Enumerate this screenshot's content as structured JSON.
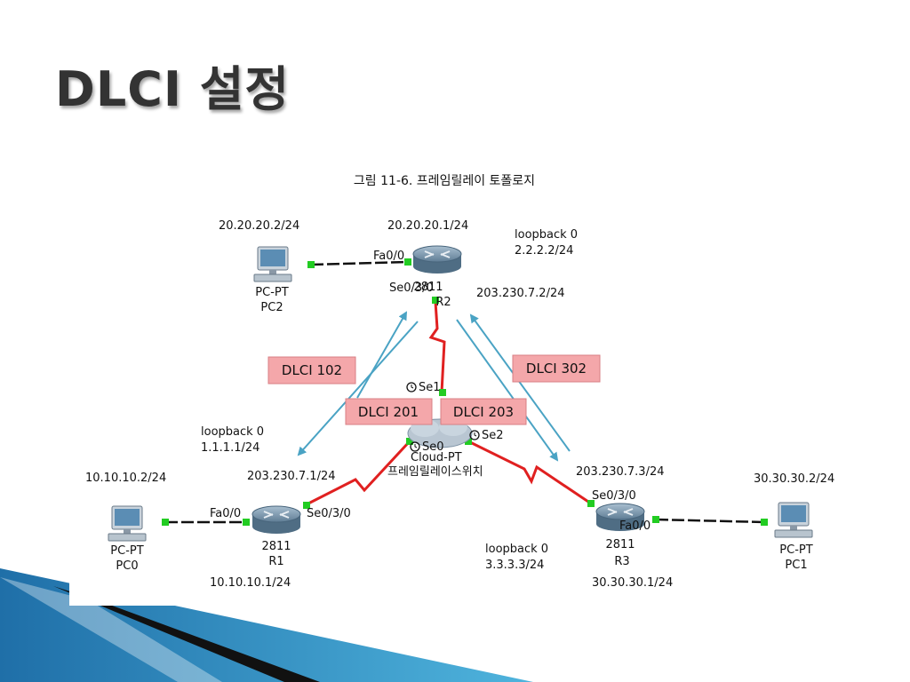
{
  "slide": {
    "title": "DLCI 설정"
  },
  "caption": "그림 11-6. 프레임릴레이 토폴로지",
  "devices": {
    "pc2": {
      "type": "PC-PT",
      "name": "PC2",
      "ip": "20.20.20.2/24"
    },
    "pc0": {
      "type": "PC-PT",
      "name": "PC0",
      "ip": "10.10.10.2/24"
    },
    "pc1": {
      "type": "PC-PT",
      "name": "PC1",
      "ip": "30.30.30.2/24"
    },
    "r2": {
      "model": "2811",
      "name": "R2",
      "fa_port": "Fa0/0",
      "fa_ip": "20.20.20.1/24",
      "se_port": "Se0/3/0",
      "se_ip": "203.230.7.2/24",
      "loopback_label": "loopback 0",
      "loopback_ip": "2.2.2.2/24"
    },
    "r1": {
      "model": "2811",
      "name": "R1",
      "fa_port": "Fa0/0",
      "fa_ip": "10.10.10.1/24",
      "se_port": "Se0/3/0",
      "se_ip": "203.230.7.1/24",
      "loopback_label": "loopback 0",
      "loopback_ip": "1.1.1.1/24"
    },
    "r3": {
      "model": "2811",
      "name": "R3",
      "fa_port": "Fa0/0",
      "fa_ip": "30.30.30.1/24",
      "se_port": "Se0/3/0",
      "se_ip": "203.230.7.3/24",
      "loopback_label": "loopback 0",
      "loopback_ip": "3.3.3.3/24"
    },
    "cloud": {
      "type": "Cloud-PT",
      "name": "프레임릴레이스위치",
      "port_se0": "Se0",
      "port_se1": "Se1",
      "port_se2": "Se2"
    }
  },
  "dlci": {
    "d102": "DLCI 102",
    "d201": "DLCI 201",
    "d203": "DLCI 203",
    "d302": "DLCI 302"
  },
  "colors": {
    "serial_link": "#e02020",
    "ethernet_link": "#111111",
    "dlci_arrow": "#4aa3c4",
    "dlci_label_bg": "#f4a7aa",
    "link_light": "#22cc22",
    "accent_ribbon": "#2a8fc0"
  }
}
